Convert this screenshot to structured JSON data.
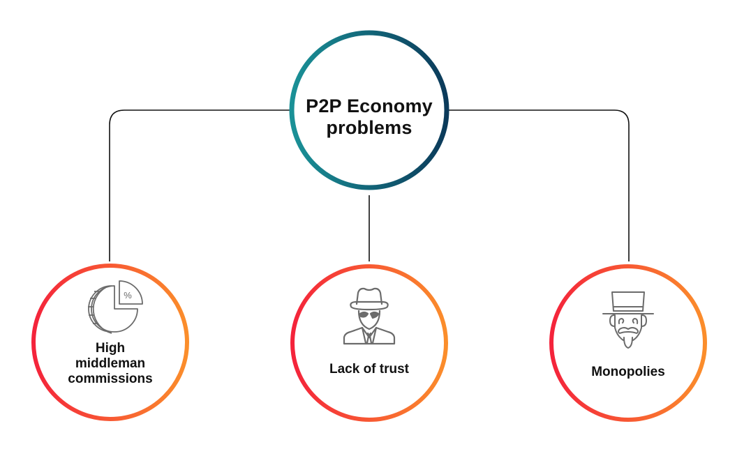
{
  "diagram": {
    "title": "P2P Economy problems",
    "root": {
      "label_line1": "P2P Economy",
      "label_line2": "problems",
      "gradient": [
        "#1a9197",
        "#0b3a5a"
      ]
    },
    "children": [
      {
        "label_lines": [
          "High",
          "middleman",
          "commissions"
        ],
        "icon": "pie-chart-percent-icon"
      },
      {
        "label_lines": [
          "Lack of trust"
        ],
        "icon": "spy-agent-icon"
      },
      {
        "label_lines": [
          "Monopolies"
        ],
        "icon": "top-hat-mustache-man-icon"
      }
    ],
    "child_gradient": [
      "#f4233b",
      "#fb8e2b"
    ],
    "connector_color": "#111111",
    "icon_color": "#6b6b6b"
  }
}
